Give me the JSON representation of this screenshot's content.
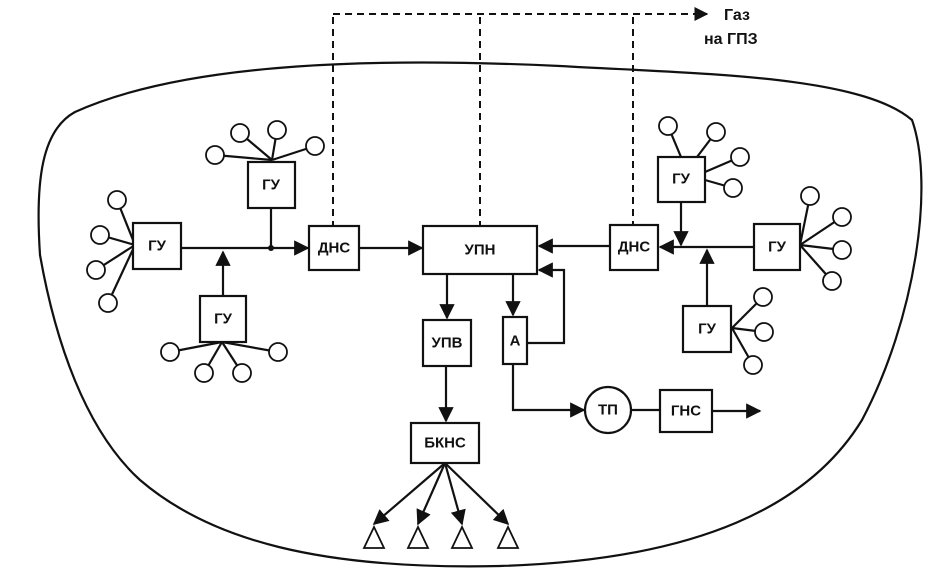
{
  "labels": {
    "gu": "ГУ",
    "dns": "ДНС",
    "upn": "УПН",
    "upv": "УПВ",
    "bkns": "БКНС",
    "a": "А",
    "tp": "ТП",
    "gns": "ГНС"
  },
  "gas_note": {
    "line1": "Газ",
    "line2": "на ГПЗ"
  }
}
